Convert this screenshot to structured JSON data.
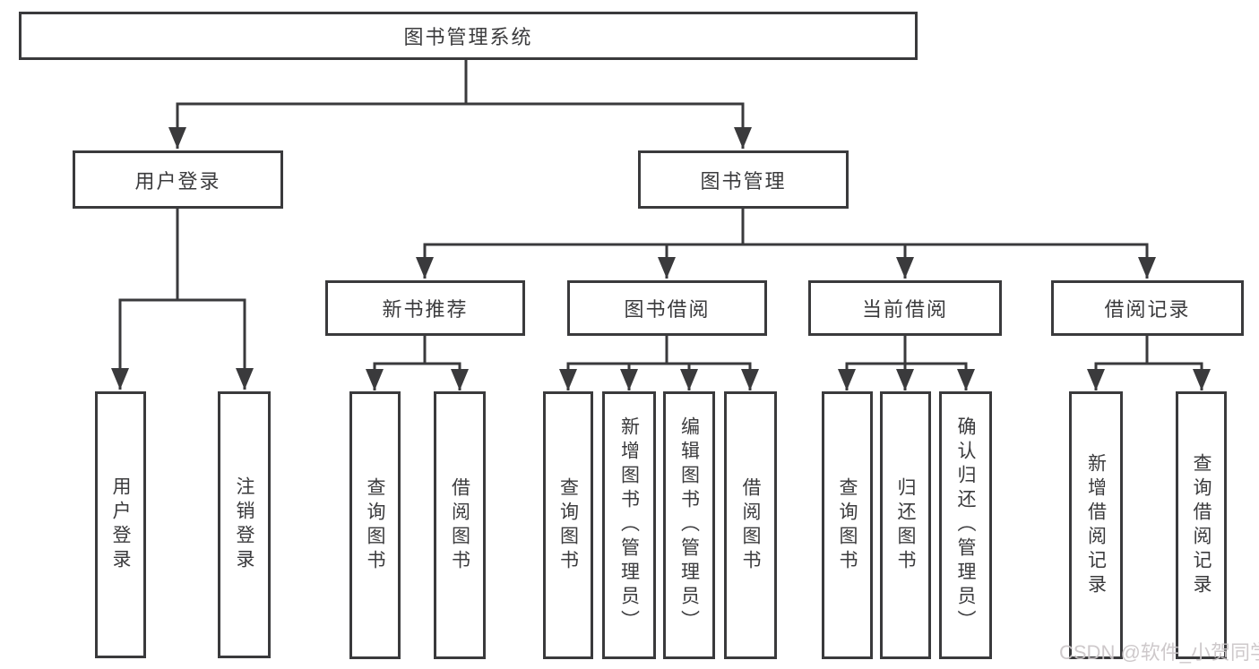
{
  "diagram": {
    "type": "hierarchy-tree",
    "orientation": "top-down"
  },
  "colors": {
    "line": "#3a3a3c",
    "box_border": "#3a3a3c",
    "text": "#3b3b3d",
    "background": "#ffffff",
    "watermark": "#cac5c7"
  },
  "tree": {
    "root": {
      "label": "图书管理系统"
    },
    "branches": [
      {
        "label": "用户登录",
        "children": [
          {
            "label": "用户登录"
          },
          {
            "label": "注销登录"
          }
        ]
      },
      {
        "label": "图书管理",
        "children": [
          {
            "label": "新书推荐",
            "children": [
              {
                "label": "查询图书"
              },
              {
                "label": "借阅图书"
              }
            ]
          },
          {
            "label": "图书借阅",
            "children": [
              {
                "label": "查询图书"
              },
              {
                "label": "新增图书（管理员）"
              },
              {
                "label": "编辑图书（管理员）"
              },
              {
                "label": "借阅图书"
              }
            ]
          },
          {
            "label": "当前借阅",
            "children": [
              {
                "label": "查询图书"
              },
              {
                "label": "归还图书"
              },
              {
                "label": "确认归还（管理员）"
              }
            ]
          },
          {
            "label": "借阅记录",
            "children": [
              {
                "label": "新增借阅记录"
              },
              {
                "label": "查询借阅记录"
              }
            ]
          }
        ]
      }
    ]
  },
  "watermark": {
    "text": "CSDN @软件_小贺同学"
  }
}
